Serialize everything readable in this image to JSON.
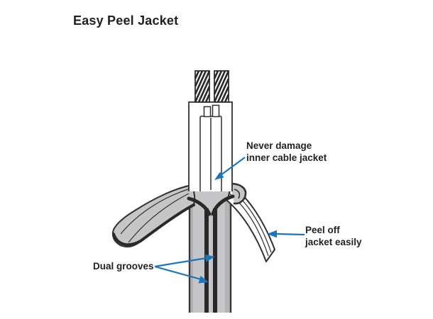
{
  "title": "Easy Peel Jacket",
  "labels": {
    "never_damage": {
      "line1": "Never damage",
      "line2": "inner cable jacket"
    },
    "peel_off": {
      "line1": "Peel off",
      "line2": "jacket easily"
    },
    "dual_grooves": {
      "text": "Dual grooves"
    }
  },
  "diagram": {
    "type": "cable-cutaway-illustration",
    "parts": [
      "stranded-conductor-left",
      "stranded-conductor-right",
      "inner-insulation-stub-left",
      "inner-insulation-stub-right",
      "inner-cable-jackets",
      "peel-collar",
      "peeled-jacket-strip-left",
      "peeled-jacket-strip-right",
      "outer-jacket-body",
      "dual-grooves"
    ]
  },
  "colors": {
    "annotation_arrow": "#1b76bd",
    "text": "#231f20",
    "line_outline": "#332f30",
    "jacket_gray": "#c6c5c8",
    "jacket_gray_shade": "#b0afb3",
    "groove_dark": "#2b282a",
    "background": "#ffffff"
  }
}
